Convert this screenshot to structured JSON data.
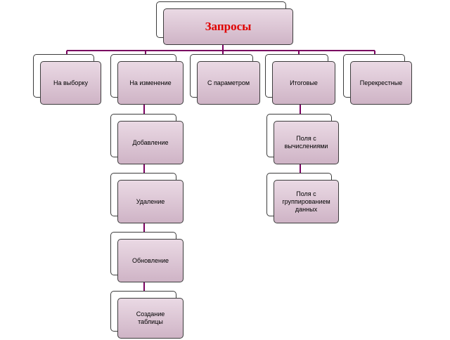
{
  "colors": {
    "connector": "#7a0060",
    "box_fill_top": "#ead9e4",
    "box_fill_bottom": "#cfb4c6",
    "box_border": "#3c3c3c",
    "root_text": "#e00000"
  },
  "root": {
    "label": "Запросы"
  },
  "categories": [
    {
      "label": "На выборку"
    },
    {
      "label": "На изменение"
    },
    {
      "label": "С параметром"
    },
    {
      "label": "Итоговые"
    },
    {
      "label": "Перекрестные"
    }
  ],
  "change_children": [
    {
      "label": "Добавление"
    },
    {
      "label": "Удаление"
    },
    {
      "label": "Обновление"
    },
    {
      "label": "Создание\nтаблицы"
    }
  ],
  "summary_children": [
    {
      "label": "Поля с\nвычислениями"
    },
    {
      "label": "Поля с\nгруппированием\nданных"
    }
  ]
}
